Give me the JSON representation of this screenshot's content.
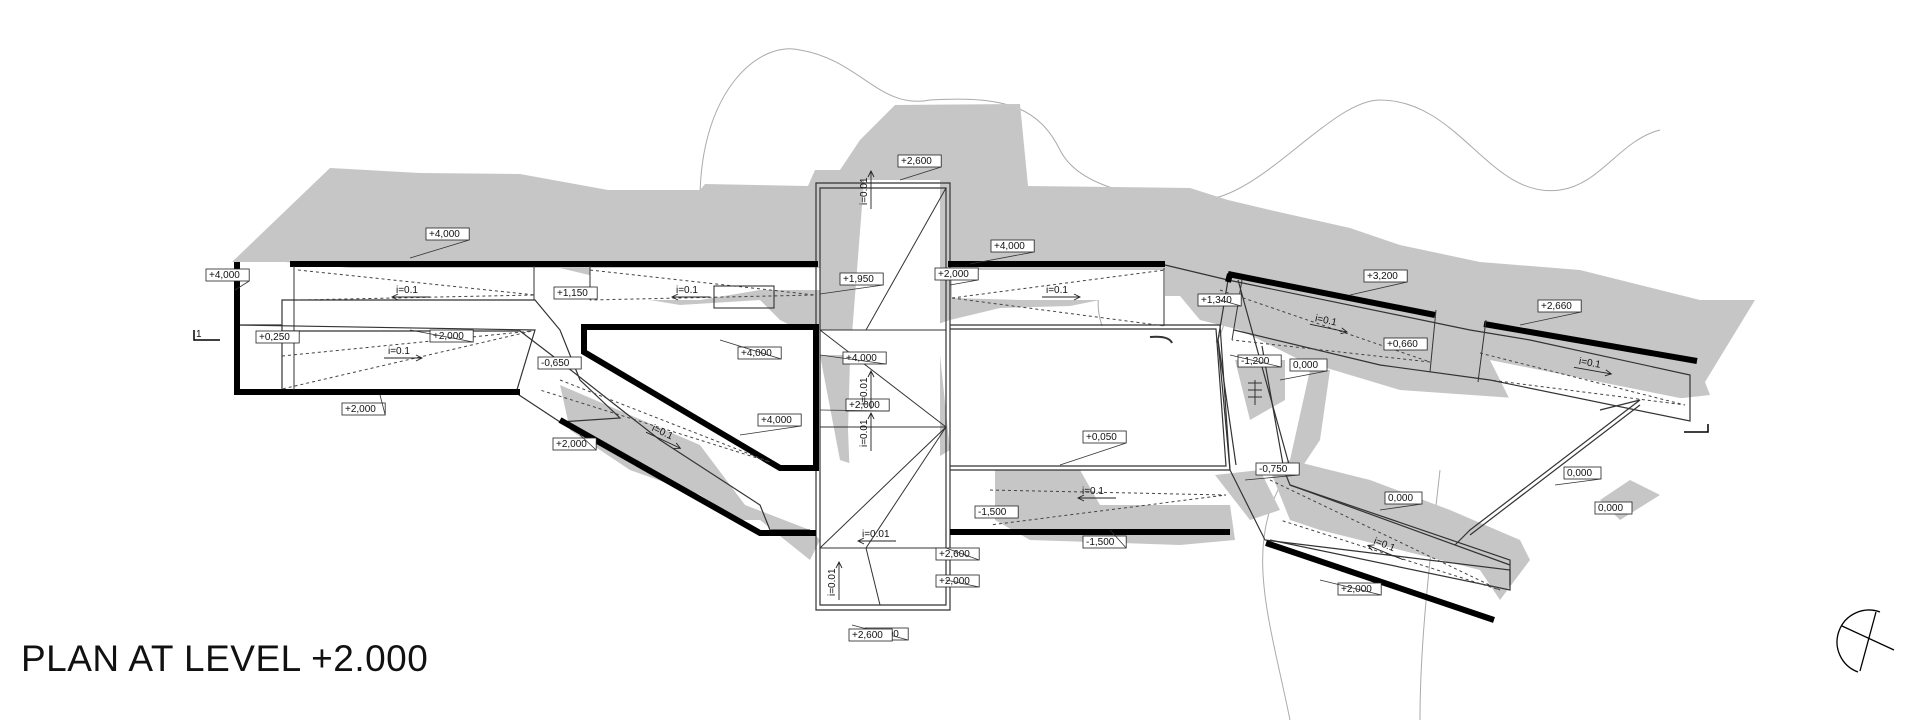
{
  "title": "PLAN AT LEVEL +2.000",
  "section_marker": "1",
  "levels": [
    "+4,000",
    "+0,250",
    "+4,000",
    "+1,150",
    "+2,000",
    "-0,650",
    "+2,000",
    "+2,000",
    "+4,000",
    "+4,000",
    "+1,950",
    "+2,600",
    "+4,000",
    "+2,000",
    "+4,000",
    "+2,000",
    "+2,600",
    "+2,000",
    "+2,600",
    "-1,500",
    "+1,340",
    "+3,200",
    "+2,660",
    "-1,200",
    "0,000",
    "+0,660",
    "+0,050",
    "-0,750",
    "-1,500",
    "+2,600",
    "0,000",
    "0,000",
    "0,000",
    "+2,000"
  ],
  "slopes": [
    "i=0.1",
    "i=0.1",
    "i=0.1",
    "i=0.01",
    "i=0.1",
    "i=0.01",
    "i=0.01",
    "i=0.01",
    "i=0.1",
    "i=0.1",
    "i=0.01",
    "i=0.1",
    "i=0.1",
    "i=0.1"
  ]
}
